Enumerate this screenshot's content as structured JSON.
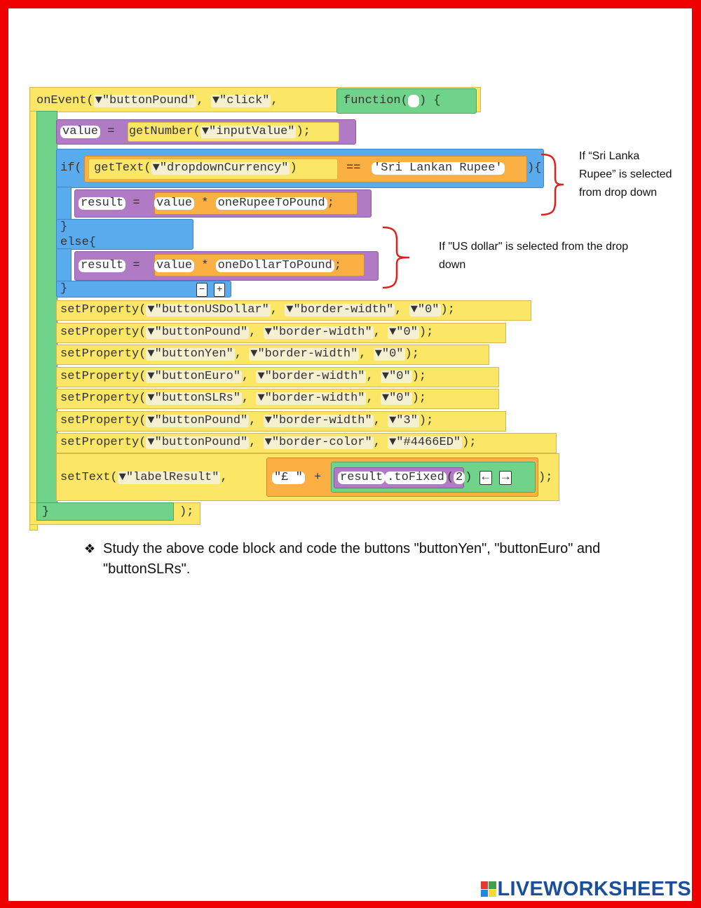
{
  "code": {
    "event_line": {
      "prefix": "onEvent(",
      "arg1": "▼\"buttonPound\"",
      "sep1": ", ",
      "arg2": "▼\"click\"",
      "sep2": ", ",
      "fn": "function(",
      "fn_end": ") {"
    },
    "value_line": {
      "var": "value",
      "op": " = ",
      "call": "getNumber(",
      "arg": "▼\"inputValue\"",
      "end": ");"
    },
    "if_line": {
      "kw": "if(",
      "call": "getText(",
      "arg": "▼\"dropdownCurrency\"",
      "close": ")",
      "op": "==",
      "str": "'Sri Lankan Rupee'",
      "end": "){"
    },
    "result1": {
      "var": "result",
      "op": " = ",
      "a": "value",
      "mul": " * ",
      "b": "oneRupeeToPound",
      "end": ";"
    },
    "close_brace": "}",
    "else_kw": "else{",
    "result2": {
      "var": "result",
      "op": " = ",
      "a": "value",
      "mul": " * ",
      "b": "oneDollarToPound",
      "end": ";"
    },
    "minus": "−",
    "plus": "+",
    "set_props": [
      {
        "fn": "setProperty(",
        "id": "▼\"buttonUSDollar\"",
        "prop": "▼\"border-width\"",
        "val": "▼\"0\""
      },
      {
        "fn": "setProperty(",
        "id": "▼\"buttonPound\"",
        "prop": "▼\"border-width\"",
        "val": "▼\"0\""
      },
      {
        "fn": "setProperty(",
        "id": "▼\"buttonYen\"",
        "prop": "▼\"border-width\"",
        "val": "▼\"0\""
      },
      {
        "fn": "setProperty(",
        "id": "▼\"buttonEuro\"",
        "prop": "▼\"border-width\"",
        "val": "▼\"0\""
      },
      {
        "fn": "setProperty(",
        "id": "▼\"buttonSLRs\"",
        "prop": "▼\"border-width\"",
        "val": "▼\"0\""
      },
      {
        "fn": "setProperty(",
        "id": "▼\"buttonPound\"",
        "prop": "▼\"border-width\"",
        "val": "▼\"3\""
      },
      {
        "fn": "setProperty(",
        "id": "▼\"buttonPound\"",
        "prop": "▼\"border-color\"",
        "val": "▼\"#4466ED\""
      }
    ],
    "set_text": {
      "fn": "setText(",
      "id": "▼\"labelResult\"",
      "str": "\"£ \"",
      "plus": "+",
      "var": "result",
      "method": ".toFixed",
      "num": "2",
      "left": "←",
      "right": "→",
      "end": ");"
    },
    "final_close": "}",
    "final_end": ");"
  },
  "notes": {
    "rupee": [
      "If “Sri Lanka",
      "Rupee” is selected",
      "from drop down"
    ],
    "dollar": [
      "If \"US dollar\" is selected from the drop",
      "down"
    ]
  },
  "instruction": {
    "bullet": "❖",
    "text": "Study the above code block and code the buttons \"buttonYen\", \"buttonEuro\" and \"buttonSLRs\"."
  },
  "logo": {
    "text": "LIVEWORKSHEETS"
  },
  "colors": {
    "frame": "#ee0000",
    "event_block": "#fbe765",
    "function_block": "#6fd48a",
    "if_block": "#5aaaee",
    "variable_block": "#b07ac5",
    "expression_block": "#fbb044",
    "logo": "#1a4f9c"
  }
}
